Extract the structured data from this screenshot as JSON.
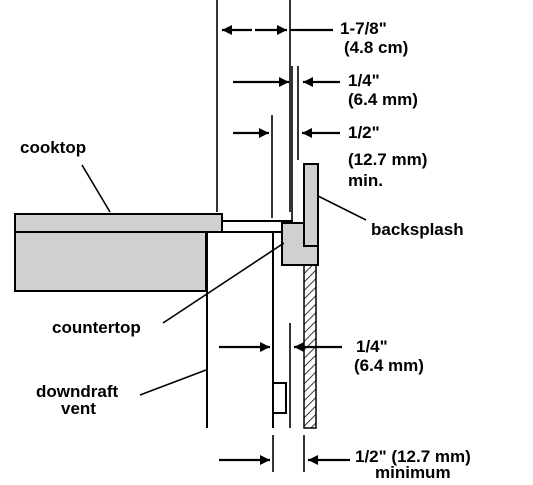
{
  "labels": {
    "cooktop": "cooktop",
    "countertop": "countertop",
    "downdraft_line1": "downdraft",
    "downdraft_line2": "vent",
    "backsplash": "backsplash"
  },
  "dimensions": {
    "d1_line1": "1-7/8\"",
    "d1_line2": "(4.8 cm)",
    "d2_line1": "1/4\"",
    "d2_line2": "(6.4 mm)",
    "d3_line1": "1/2\"",
    "d3_line2": "(12.7 mm)",
    "d3_line3": "min.",
    "d4_line1": "1/4\"",
    "d4_line2": "(6.4 mm)",
    "d5_line1": "1/2\" (12.7 mm)",
    "d5_line2": "minimum"
  },
  "colors": {
    "line": "#000000",
    "fill_gray": "#d0d0d0",
    "background": "#ffffff"
  }
}
